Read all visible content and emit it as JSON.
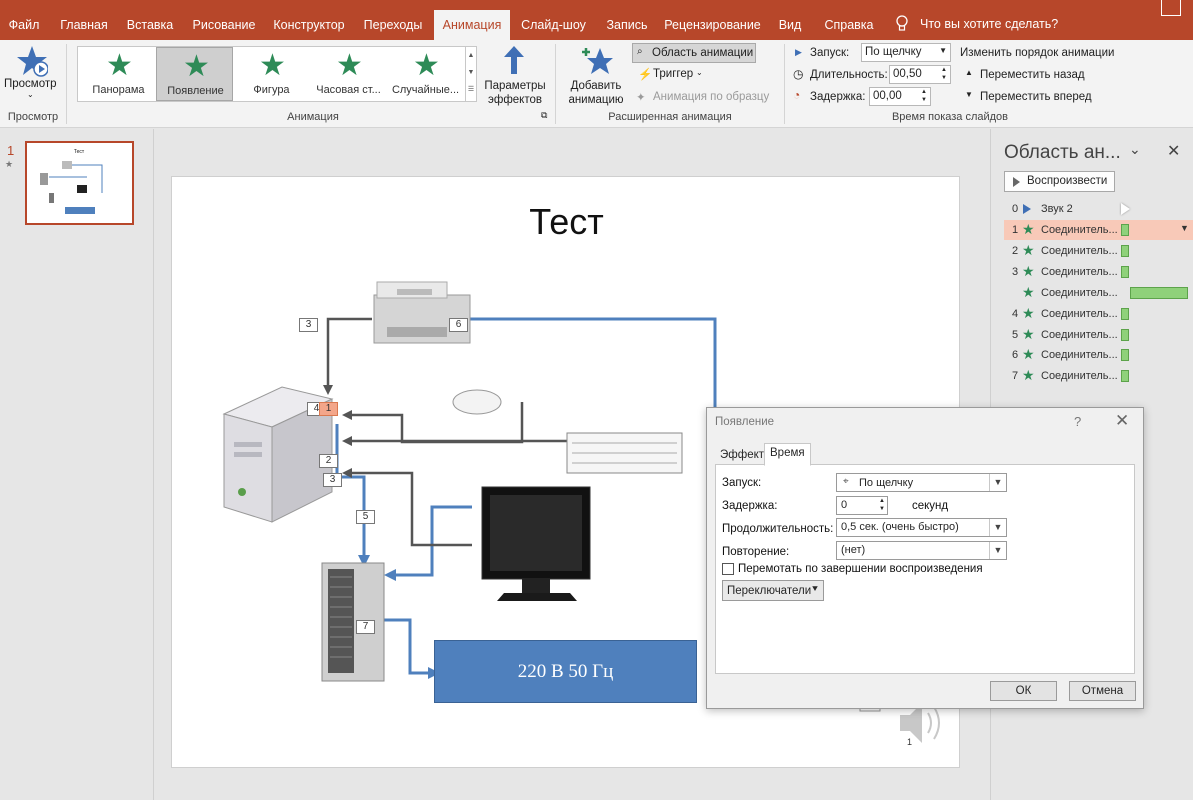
{
  "tabs": [
    "Файл",
    "Главная",
    "Вставка",
    "Рисование",
    "Конструктор",
    "Переходы",
    "Анимация",
    "Слайд-шоу",
    "Запись",
    "Рецензирование",
    "Вид",
    "Справка"
  ],
  "tab_active": "Анимация",
  "search_text": "Что вы хотите сделать?",
  "ribbon": {
    "preview_label": "Просмотр",
    "preview_group": "Просмотр",
    "gallery": [
      "Панорама",
      "Появление",
      "Фигура",
      "Часовая ст...",
      "Случайные..."
    ],
    "gallery_selected": "Появление",
    "effect_options": "Параметры эффектов",
    "animation_group": "Анимация",
    "add_animation": "Добавить анимацию",
    "animation_pane": "Область анимации",
    "trigger": "Триггер",
    "animation_painter": "Анимация по образцу",
    "advanced_group": "Расширенная анимация",
    "start_label": "Запуск:",
    "start_value": "По щелчку",
    "duration_label": "Длительность:",
    "duration_value": "00,50",
    "delay_label": "Задержка:",
    "delay_value": "00,00",
    "reorder_label": "Изменить порядок анимации",
    "move_earlier": "Переместить назад",
    "move_later": "Переместить вперед",
    "timing_group": "Время показа слайдов"
  },
  "thumbnail": {
    "number": "1",
    "star": "★"
  },
  "slide": {
    "title": "Тест",
    "power_box": "220 В 50 Гц",
    "tags": [
      "3",
      "6",
      "4",
      "1",
      "2",
      "3",
      "5",
      "7"
    ]
  },
  "pane": {
    "title": "Область ан...",
    "play": "Воспроизвести",
    "items": [
      {
        "num": "0",
        "name": "Звук 2"
      },
      {
        "num": "1",
        "name": "Соединитель..."
      },
      {
        "num": "2",
        "name": "Соединитель..."
      },
      {
        "num": "3",
        "name": "Соединитель..."
      },
      {
        "num": "",
        "name": "Соединитель..."
      },
      {
        "num": "4",
        "name": "Соединитель..."
      },
      {
        "num": "5",
        "name": "Соединитель..."
      },
      {
        "num": "6",
        "name": "Соединитель..."
      },
      {
        "num": "7",
        "name": "Соединитель..."
      }
    ]
  },
  "dialog": {
    "title": "Появление",
    "help": "?",
    "tabs": [
      "Эффект",
      "Время"
    ],
    "start_label": "Запуск:",
    "start_value": "По щелчку",
    "delay_label": "Задержка:",
    "delay_value": "0",
    "delay_unit": "секунд",
    "duration_label": "Продолжительность:",
    "duration_value": "0,5 сек. (очень быстро)",
    "repeat_label": "Повторение:",
    "repeat_value": "(нет)",
    "rewind_label": "Перемотать по завершении воспроизведения",
    "triggers": "Переключатели",
    "ok": "ОК",
    "cancel": "Отмена"
  },
  "colors": {
    "accent": "#b7472a",
    "connector": "#4f80bd",
    "arrow_dark": "#555555",
    "star": "#2e8b57"
  }
}
